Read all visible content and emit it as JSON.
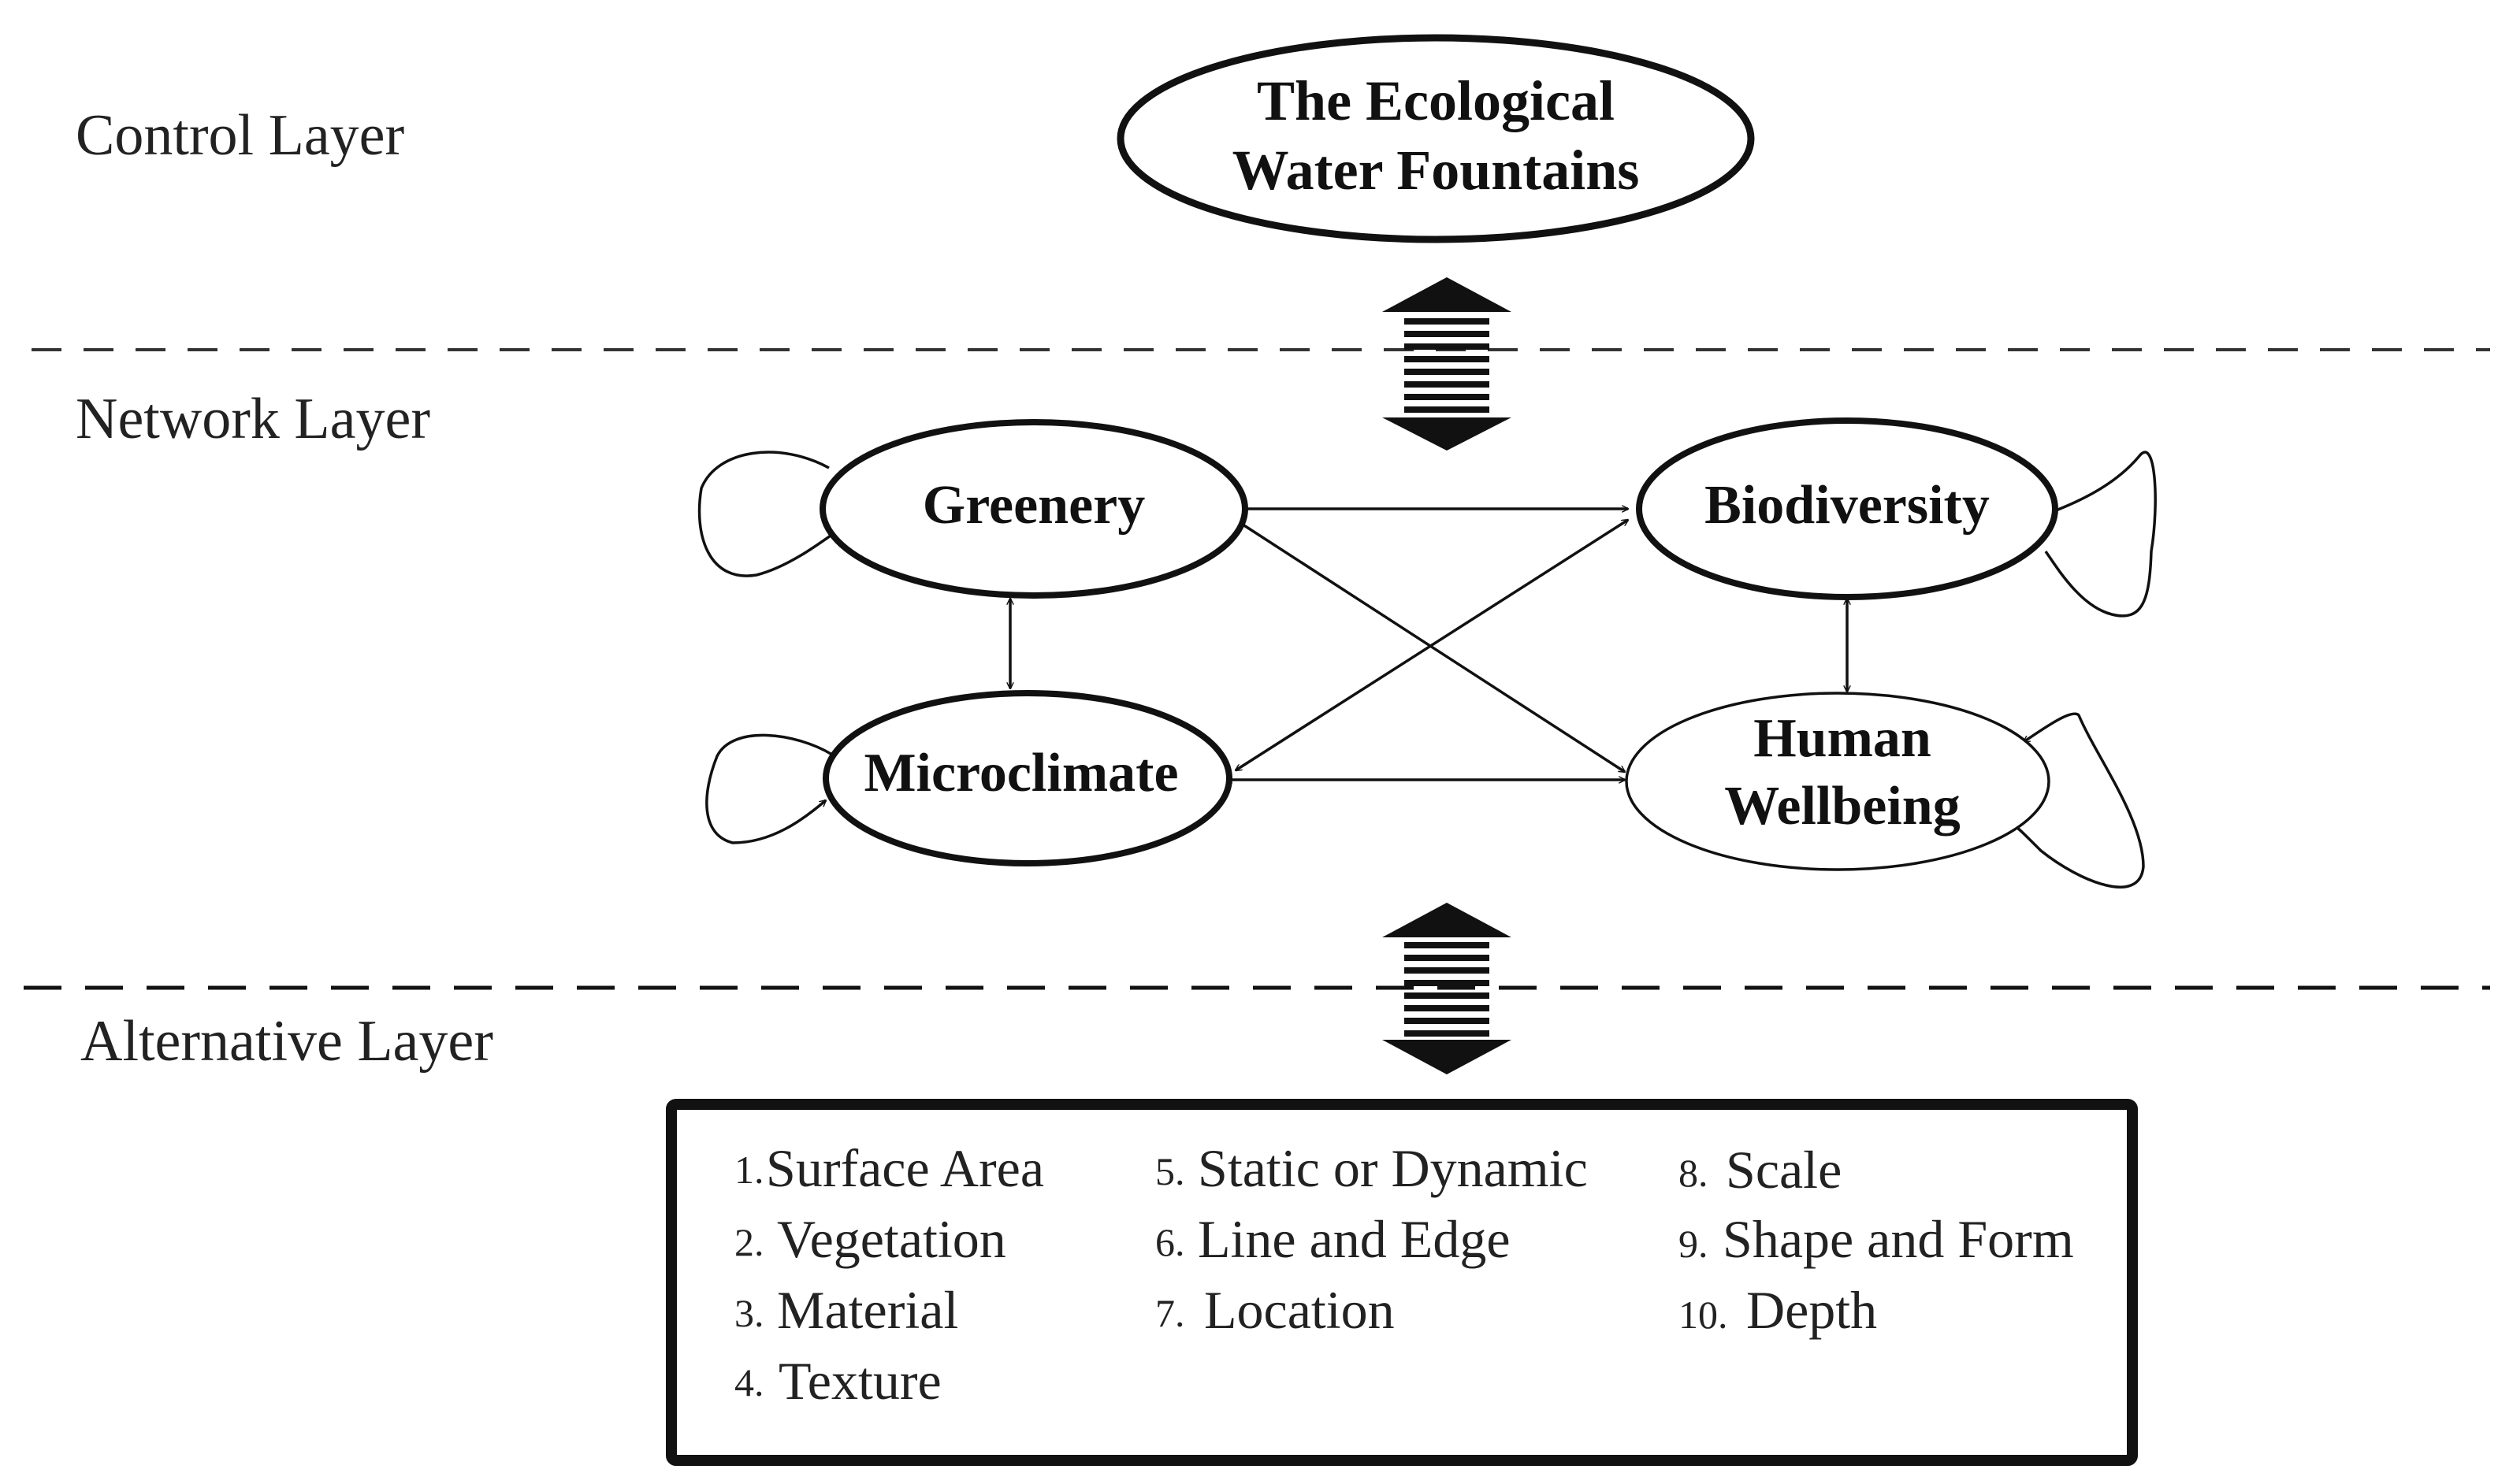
{
  "layers": {
    "control": "Control Layer",
    "network": "Network Layer",
    "alternative": "Alternative Layer"
  },
  "control_node": {
    "line1": "The Ecological",
    "line2": "Water Fountains"
  },
  "network_nodes": {
    "greenery": "Greenery",
    "biodiversity": "Biodiversity",
    "microclimate": "Microclimate",
    "human_line1": "Human",
    "human_line2": "Wellbeing"
  },
  "alternatives": [
    {
      "num": "1.",
      "label": "Surface Area"
    },
    {
      "num": "2.",
      "label": "Vegetation"
    },
    {
      "num": "3.",
      "label": "Material"
    },
    {
      "num": "4.",
      "label": "Texture"
    },
    {
      "num": "5.",
      "label": "Static or Dynamic"
    },
    {
      "num": "6.",
      "label": "Line and Edge"
    },
    {
      "num": "7.",
      "label": "Location"
    },
    {
      "num": "8.",
      "label": "Scale"
    },
    {
      "num": "9.",
      "label": "Shape and Form"
    },
    {
      "num": "10.",
      "label": "Depth"
    }
  ]
}
